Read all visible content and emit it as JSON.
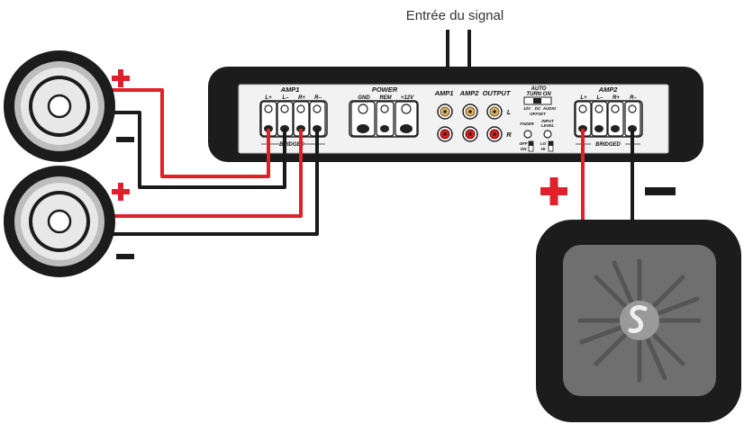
{
  "title": "Entrée du signal",
  "amp1": {
    "name": "AMP1",
    "terminals": [
      "L+",
      "L–",
      "R+",
      "R–"
    ],
    "bridged": "BRIDGED"
  },
  "power": {
    "name": "POWER",
    "terminals": [
      "GND",
      "REM",
      "+12V"
    ]
  },
  "inputs": {
    "amp1": "AMP1",
    "amp2": "AMP2",
    "output": "OUTPUT",
    "left": "L",
    "right": "R"
  },
  "controls": {
    "auto_turn_on": [
      "AUTO",
      "TURN ON"
    ],
    "switch_options": [
      "12V",
      "DC",
      "AUDIO"
    ],
    "offset": "OFFSET",
    "fader": "FADER",
    "input_level": [
      "INPUT",
      "LEVEL"
    ],
    "fader_states": [
      "OFF",
      "ON"
    ],
    "level_states": [
      "LO",
      "HI"
    ]
  },
  "amp2": {
    "name": "AMP2",
    "terminals": [
      "L+",
      "L–",
      "R+",
      "R–"
    ],
    "bridged": "BRIDGED"
  },
  "polarity": {
    "plus": "+",
    "minus": "–"
  },
  "colors": {
    "positive_wire": "#e0202a",
    "negative_wire": "#1a1a1a",
    "chassis": "#1c1c1c",
    "panel": "#f2f2f2",
    "subwoofer_face": "#6f6f6f"
  }
}
